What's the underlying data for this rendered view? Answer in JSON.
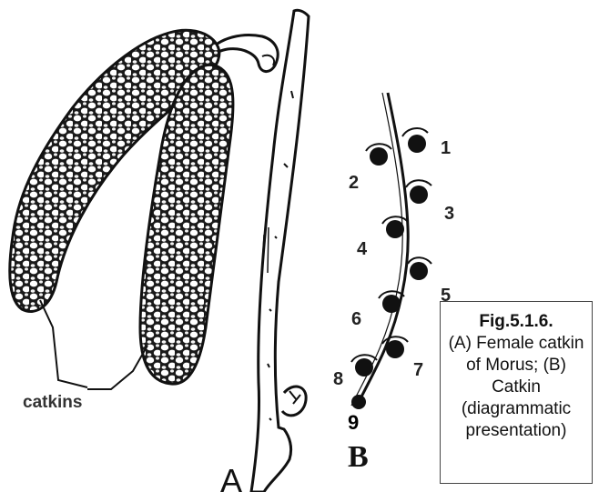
{
  "figure": {
    "caption_title": "Fig.5.1.6.",
    "caption_body": "(A) Female catkin of Morus; (B) Catkin (diagrammatic presentation)",
    "label_catkins": "catkins",
    "panel_a": "A",
    "panel_b": "B",
    "flower_numbers": [
      "1",
      "2",
      "3",
      "4",
      "5",
      "6",
      "7",
      "8",
      "9"
    ]
  },
  "colors": {
    "ink": "#111111",
    "background": "#ffffff"
  }
}
